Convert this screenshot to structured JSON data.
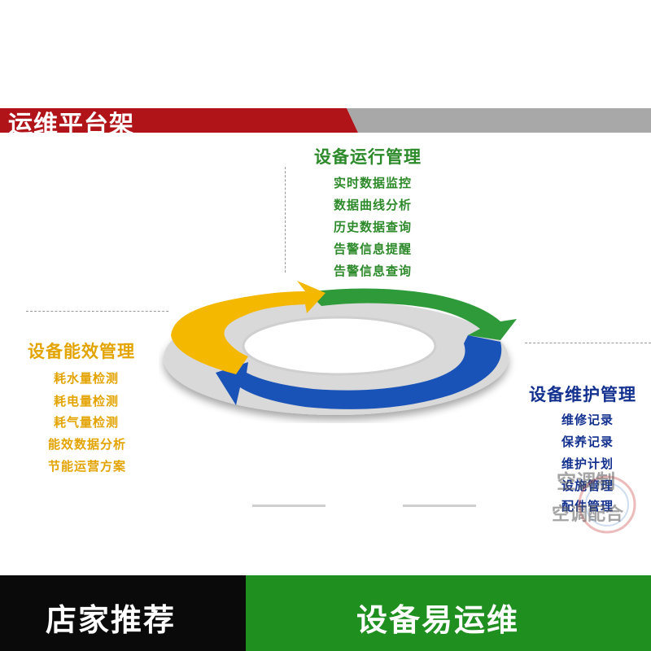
{
  "header": {
    "title": "运维平台架"
  },
  "groups": {
    "operation": {
      "title": "设备运行管理",
      "items": [
        "实时数据监控",
        "数据曲线分析",
        "历史数据查询",
        "告警信息提醒",
        "告警信息查询"
      ]
    },
    "energy": {
      "title": "设备能效管理",
      "items": [
        "耗水量检测",
        "耗电量检测",
        "耗气量检测",
        "能效数据分析",
        "节能运营方案"
      ]
    },
    "maintenance": {
      "title": "设备维护管理",
      "items": [
        "维修记录",
        "保养记录",
        "维护计划",
        "设施管理",
        "配件管理"
      ]
    }
  },
  "watermark": {
    "line1": "空调制",
    "line2": "空调配合"
  },
  "footer": {
    "left": "店家推荐",
    "right": "设备易运维"
  },
  "colors": {
    "header_red": "#b01318",
    "header_gray": "#a8a8a8",
    "arrow_green": "#2e9a3a",
    "arrow_gold": "#f5b800",
    "arrow_blue": "#1a53b8",
    "footer_black": "#0a0a0a",
    "footer_green": "#1f8f1f"
  },
  "icons": [
    "cycle-arrows-icon",
    "watermark-logo-icon"
  ]
}
